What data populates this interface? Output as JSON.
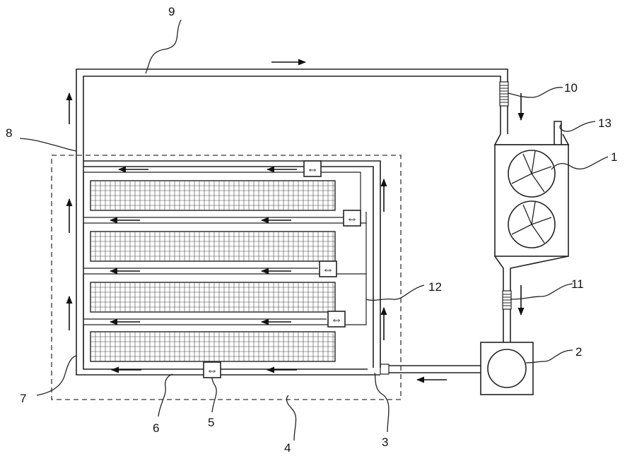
{
  "labels": {
    "l1": "1",
    "l2": "2",
    "l3": "3",
    "l4": "4",
    "l5": "5",
    "l6": "6",
    "l7": "7",
    "l8": "8",
    "l9": "9",
    "l10": "10",
    "l11": "11",
    "l12": "12",
    "l13": "13"
  },
  "valve_symbol": "⇔",
  "colors": {
    "stroke": "#222222",
    "background": "#ffffff"
  }
}
